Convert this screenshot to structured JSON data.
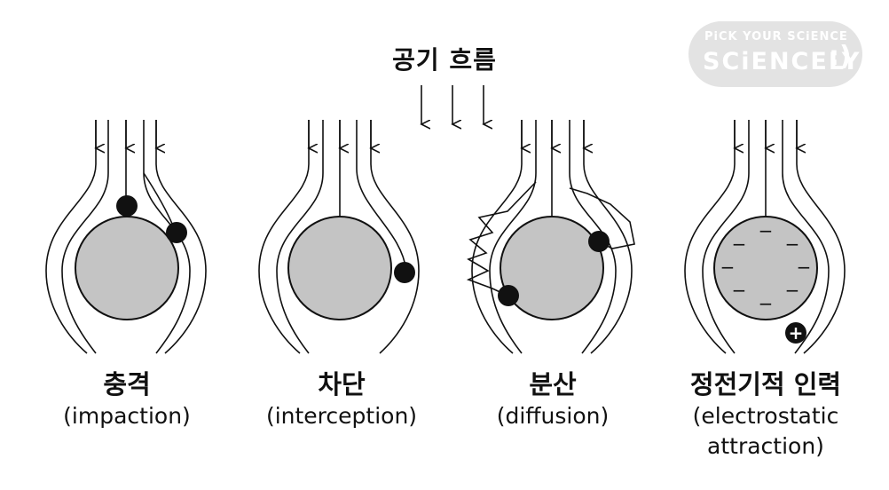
{
  "title": "공기 흐름",
  "logo": {
    "line1": "PiCK YOUR SCiENCE",
    "line2": "SCiENCELY",
    "smile": ":)"
  },
  "panels": [
    {
      "korean": "충격",
      "english": "(impaction)"
    },
    {
      "korean": "차단",
      "english": "(interception)"
    },
    {
      "korean": "분산",
      "english": "(diffusion)"
    },
    {
      "korean": "정전기적 인력",
      "english": "(electrostatic\nattraction)"
    }
  ],
  "charge_symbols": {
    "negative": "−",
    "positive": "+"
  }
}
